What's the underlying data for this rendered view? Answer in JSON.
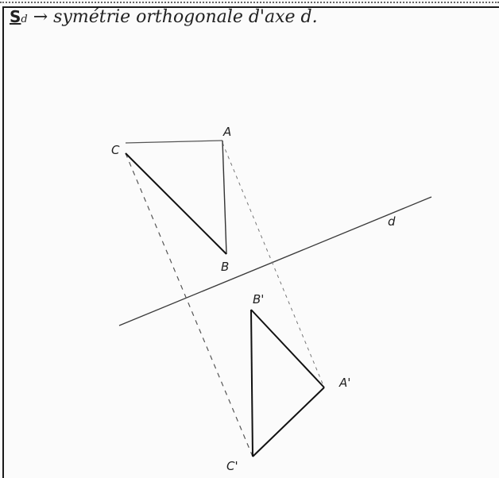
{
  "title": {
    "symbol": "S",
    "symbol_sub": "d",
    "text": "→ symétrie orthogonale d'axe d."
  },
  "figure": {
    "axis_label": "d",
    "triangle_labels": [
      "A",
      "B",
      "C"
    ],
    "image_labels": [
      "A'",
      "B'",
      "C'"
    ]
  }
}
